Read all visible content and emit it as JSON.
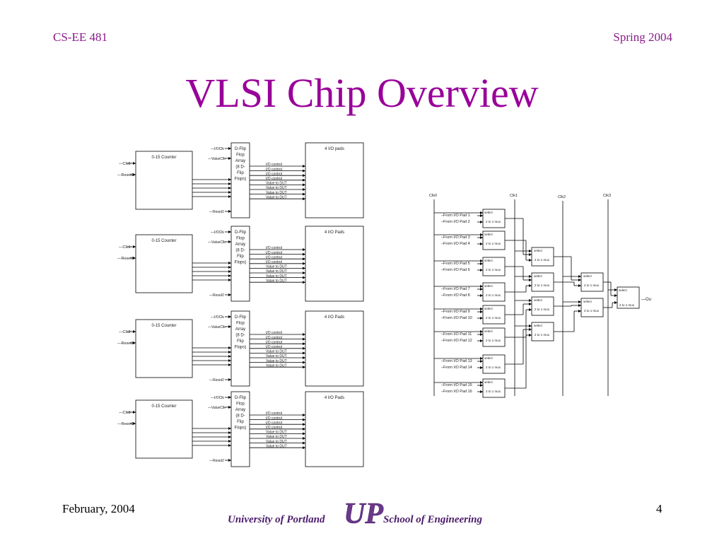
{
  "header": {
    "course": "CS-EE 481",
    "term": "Spring 2004"
  },
  "title": "VLSI Chip Overview",
  "footer": {
    "date": "February, 2004",
    "page": "4",
    "university": "University of Portland",
    "school": "School of Engineering",
    "logo": "UP"
  },
  "left_diagram": {
    "modules": [
      {
        "clk": "Clk0",
        "reset_in": "Reset1",
        "counter": "0-15 Counter",
        "ff": [
          "D-Flip",
          "Flop",
          "Array",
          "(8 D-",
          "Flip",
          "Flops)"
        ],
        "pads": "4 I/O pads",
        "reset2": "Reset2"
      },
      {
        "clk": "Clk1",
        "reset_in": "Reset1",
        "counter": "0-15 Counter",
        "ff": [
          "D-Flip",
          "Flop",
          "Array",
          "(8 D-",
          "Flip",
          "Flops)"
        ],
        "pads": "4 I/O Pads",
        "reset2": "Reset2"
      },
      {
        "clk": "Clk2",
        "reset_in": "Reset1",
        "counter": "0-15 Counter",
        "ff": [
          "D-Flip",
          "Flop",
          "Array",
          "(8 D-",
          "Flip",
          "Flops)"
        ],
        "pads": "4 I/O Pads",
        "reset2": "Reset2"
      },
      {
        "clk": "Clk3",
        "reset_in": "Reset1",
        "counter": "0-15 Counter",
        "ff": [
          "D-Flip",
          "Flop",
          "Array",
          "(8 D-",
          "Flip",
          "Flops)"
        ],
        "pads": "4 I/O Pads",
        "reset2": "Reset2"
      }
    ],
    "ff_inputs": [
      "I/OClk",
      "ValueClk"
    ],
    "signals": [
      "I/O control",
      "I/O control",
      "I/O control",
      "I/O control",
      "Value to DUT",
      "Value to DUT",
      "Value to DUT",
      "Value to DUT"
    ]
  },
  "mux_tree": {
    "clocks": [
      "Clk0",
      "Clk1",
      "Clk2",
      "Clk3"
    ],
    "inputs": [
      "From I/O Pad 1",
      "From I/O Pad 2",
      "From I/O Pad 3",
      "From I/O Pad 4",
      "From I/O Pad 5",
      "From I/O Pad 6",
      "From I/O Pad 7",
      "From I/O Pad 8",
      "From I/O Pad 9",
      "From I/O Pad 10",
      "From I/O Pad 11",
      "From I/O Pad 12",
      "From I/O Pad 13",
      "From I/O Pad 14",
      "From I/O Pad 15",
      "From I/O Pad 16"
    ],
    "mux_select": "select",
    "mux_label": "2 to 1 mux",
    "output": "Ou"
  }
}
